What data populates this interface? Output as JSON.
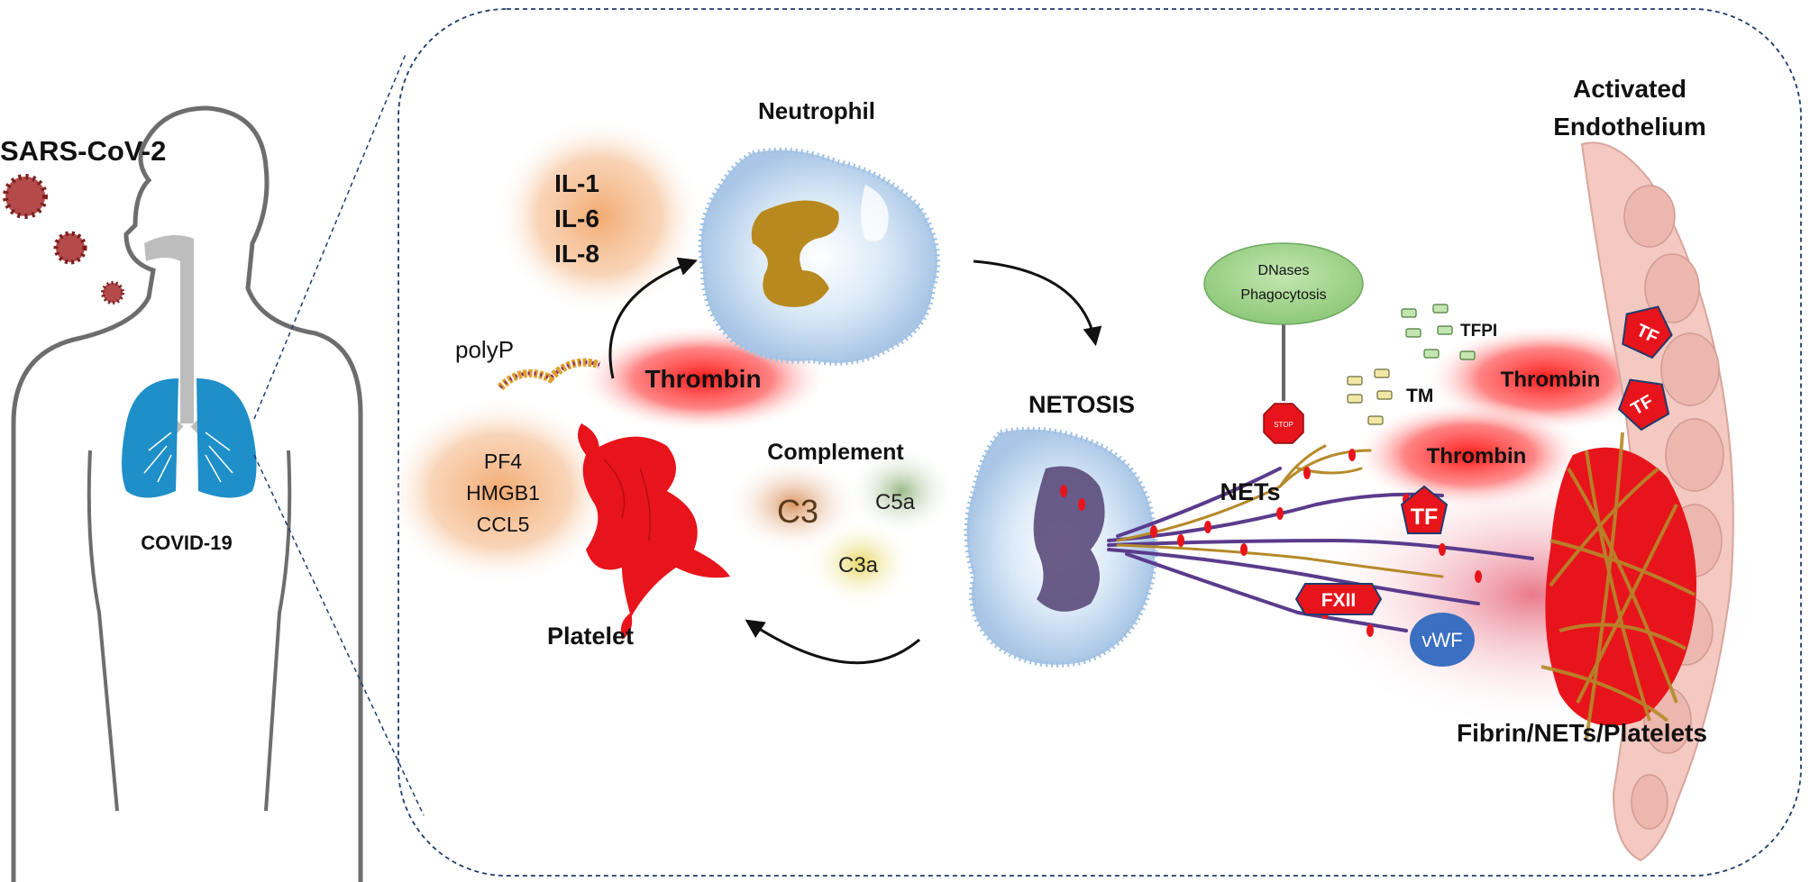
{
  "virus_label": "SARS-CoV-2",
  "patient_label": "COVID-19",
  "neutrophil_label": "Neutrophil",
  "cytokines": [
    "IL-1",
    "IL-6",
    "IL-8"
  ],
  "polyp_label": "polyP",
  "thrombin_label": "Thrombin",
  "platelet_factors": [
    "PF4",
    "HMGB1",
    "CCL5"
  ],
  "platelet_label": "Platelet",
  "complement": {
    "title": "Complement",
    "c3": "C3",
    "c5a": "C5a",
    "c3a": "C3a"
  },
  "netosis_label": "NETOSIS",
  "nets_label": "NETs",
  "inhibitor": [
    "DNases",
    "Phagocytosis"
  ],
  "stop_label": "STOP",
  "tfpi_label": "TFPI",
  "tm_label": "TM",
  "tf_label": "TF",
  "fxii_label": "FXII",
  "vwf_label": "vWF",
  "endothelium_label": [
    "Activated",
    "Endothelium"
  ],
  "clot_label": "Fibrin/NETs/Platelets",
  "colors": {
    "lung": "#1e8fc8",
    "thrombin_glow": "#ff2a2a",
    "platelet": "#e8141b",
    "tf_badge": "#e8141b",
    "vwf_badge": "#3b6fc1",
    "dnase_ellipse": "#9ed08a",
    "fibrin": "#b58a2a",
    "net_strands": "#5a3b8c",
    "endothelium": "#f3c9c2"
  }
}
